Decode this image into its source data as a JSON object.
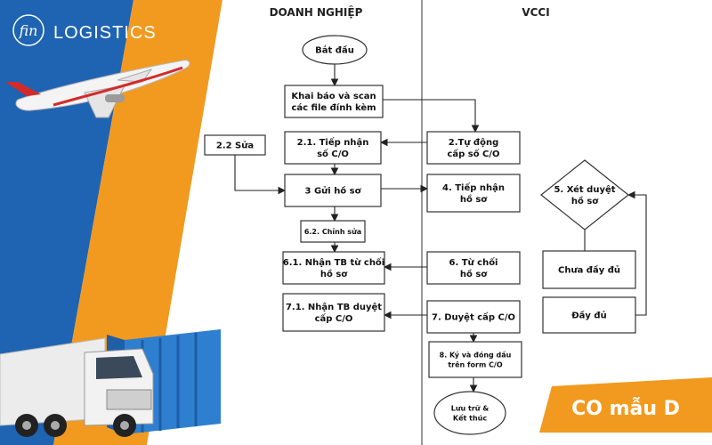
{
  "brand": {
    "logo_mark": "fin",
    "logo_text": "LOGISTICS"
  },
  "badge": {
    "label": "CO mẫu D"
  },
  "columns": {
    "left": "DOANH NGHIỆP",
    "right": "VCCI"
  },
  "colors": {
    "blue": "#1f63b3",
    "orange": "#f29a1f",
    "truck_cab": "#e8e8e8",
    "container": "#3f8fd9"
  },
  "nodes": [
    {
      "id": "start",
      "shape": "ellipse",
      "lines": [
        "Bắt đầu"
      ]
    },
    {
      "id": "declare",
      "shape": "rect",
      "lines": [
        "Khai báo và scan",
        "các file đính kèm"
      ]
    },
    {
      "id": "n21",
      "shape": "rect",
      "lines": [
        "2.1. Tiếp nhận",
        "số C/O"
      ]
    },
    {
      "id": "n22",
      "shape": "rect",
      "lines": [
        "2.2 Sửa"
      ]
    },
    {
      "id": "n2",
      "shape": "rect",
      "lines": [
        "2.Tự động",
        "cấp số C/O"
      ]
    },
    {
      "id": "n3",
      "shape": "rect",
      "lines": [
        "3 Gửi hồ sơ"
      ]
    },
    {
      "id": "n4",
      "shape": "rect",
      "lines": [
        "4. Tiếp nhận",
        "hồ sơ"
      ]
    },
    {
      "id": "n5",
      "shape": "diamond",
      "lines": [
        "5. Xét duyệt",
        "hồ sơ"
      ]
    },
    {
      "id": "n62",
      "shape": "rect",
      "lines": [
        "6.2. Chỉnh sửa"
      ]
    },
    {
      "id": "n61",
      "shape": "rect",
      "lines": [
        "6.1. Nhận TB từ chối",
        "hồ sơ"
      ]
    },
    {
      "id": "n6",
      "shape": "rect",
      "lines": [
        "6. Từ chối",
        "hồ sơ"
      ]
    },
    {
      "id": "incomplete",
      "shape": "rect",
      "lines": [
        "Chưa đầy đủ"
      ]
    },
    {
      "id": "complete",
      "shape": "rect",
      "lines": [
        "Đầy đủ"
      ]
    },
    {
      "id": "n71",
      "shape": "rect",
      "lines": [
        "7.1. Nhận TB duyệt",
        "cấp C/O"
      ]
    },
    {
      "id": "n7",
      "shape": "rect",
      "lines": [
        "7. Duyệt cấp C/O"
      ]
    },
    {
      "id": "n8",
      "shape": "rect",
      "lines": [
        "8. Ký và đóng dấu",
        "trên form C/O"
      ]
    },
    {
      "id": "end",
      "shape": "ellipse",
      "lines": [
        "Lưu trữ &",
        "Kết thúc"
      ]
    }
  ],
  "edges": [
    {
      "from": "start",
      "to": "declare"
    },
    {
      "from": "declare",
      "to": "n2"
    },
    {
      "from": "n2",
      "to": "n21"
    },
    {
      "from": "n21",
      "to": "n3"
    },
    {
      "from": "n22",
      "to": "n3"
    },
    {
      "from": "n3",
      "to": "n4"
    },
    {
      "from": "n3",
      "to": "n62"
    },
    {
      "from": "n62",
      "to": "n61"
    },
    {
      "from": "n6",
      "to": "n61"
    },
    {
      "from": "n7",
      "to": "n71"
    },
    {
      "from": "n7",
      "to": "n8"
    },
    {
      "from": "n8",
      "to": "end"
    },
    {
      "from": "n5",
      "to": "incomplete"
    },
    {
      "from": "complete",
      "to": "n5"
    }
  ]
}
